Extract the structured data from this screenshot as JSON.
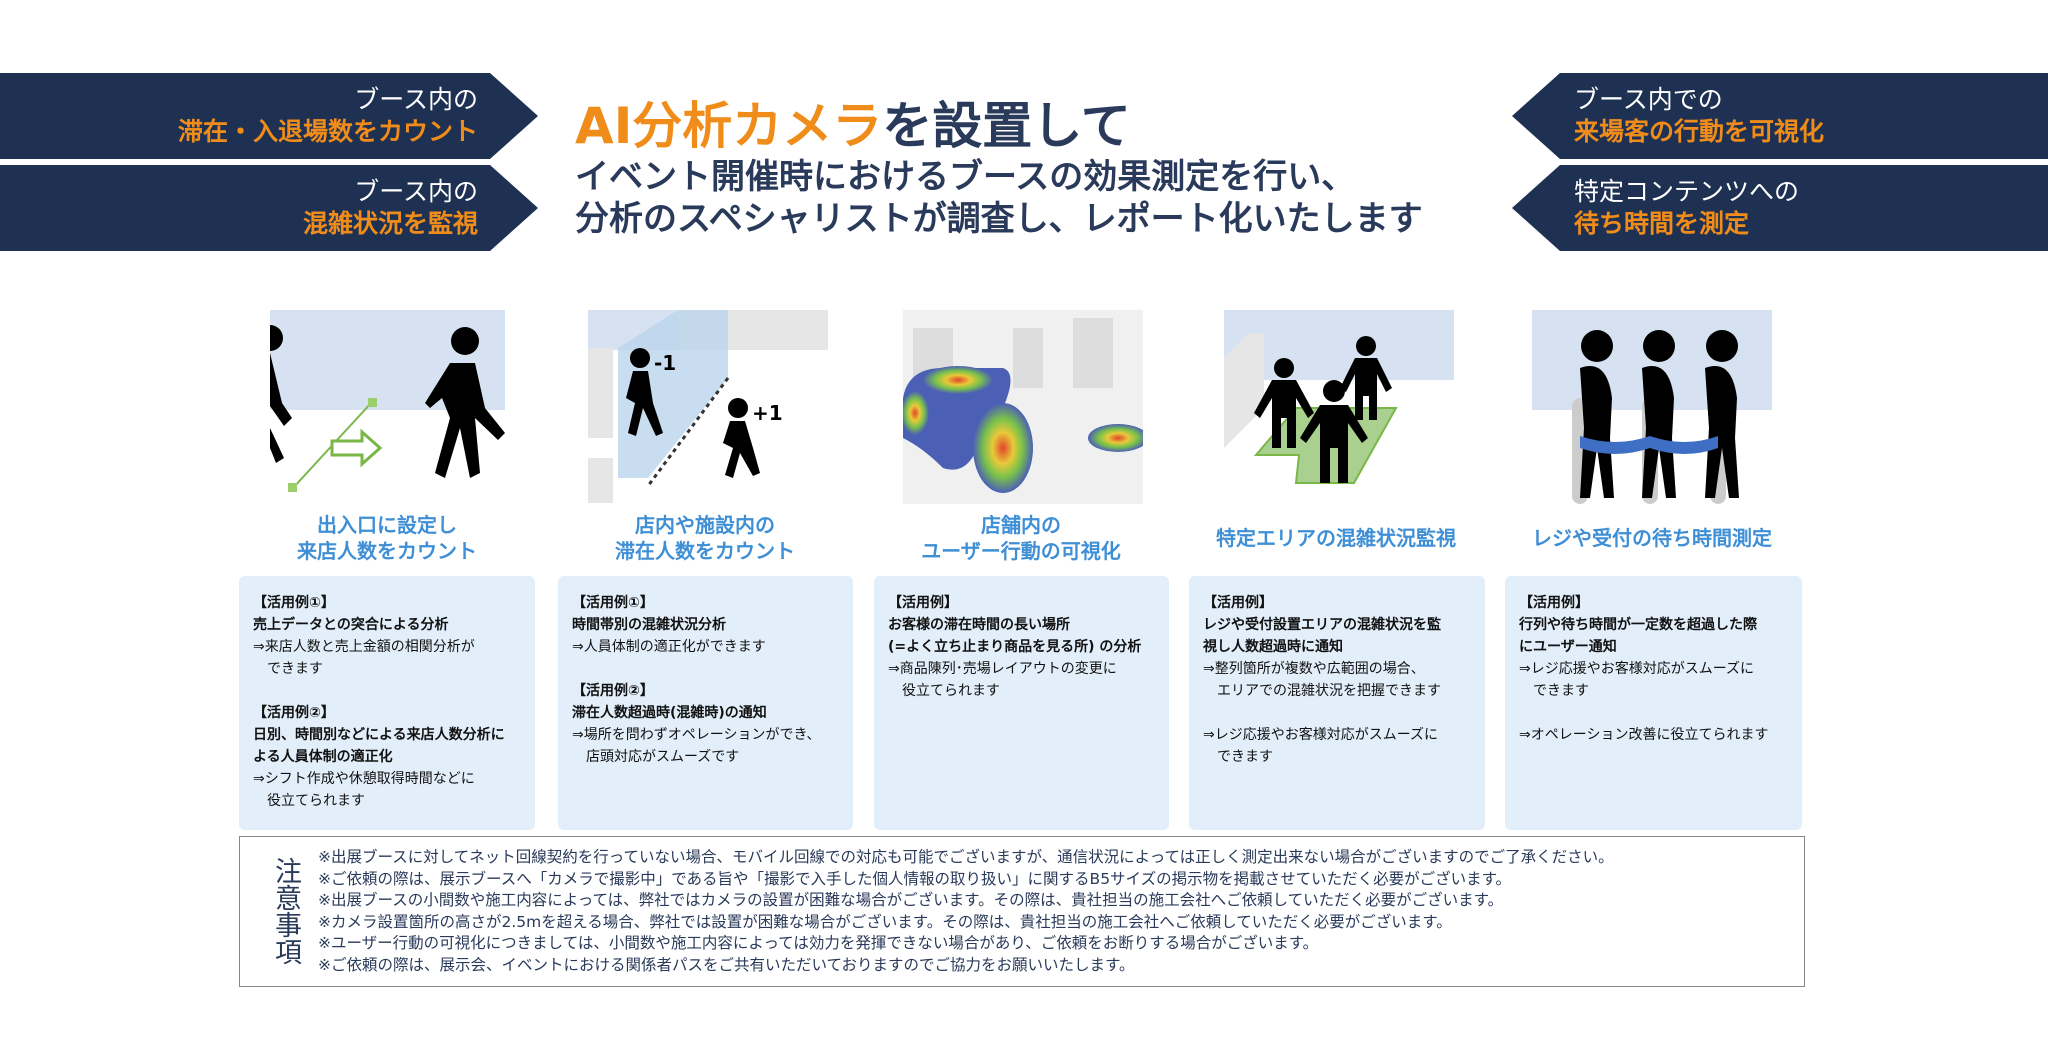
{
  "left_banners": [
    {
      "line1": "ブース内の",
      "line2": "滞在・入退場数をカウント"
    },
    {
      "line1": "ブース内の",
      "line2": "混雑状況を監視"
    }
  ],
  "right_banners": [
    {
      "line1": "ブース内での",
      "line2": "来場客の行動を可視化"
    },
    {
      "line1": "特定コンテンツへの",
      "line2": "待ち時間を測定"
    }
  ],
  "headline": {
    "accent": "AI分析カメラ",
    "rest": "を設置して",
    "sub1": "イベント開催時におけるブースの効果測定を行い、",
    "sub2": "分析のスペシャリストが調査し、レポート化いたします"
  },
  "features": [
    {
      "cap1": "出入口に設定し",
      "cap2": "来店人数をカウント",
      "lines": [
        [
          "h",
          "【活用例①】"
        ],
        [
          "h",
          "売上データとの突合による分析"
        ],
        [
          "a",
          "⇒来店人数と売上金額の相関分析が"
        ],
        [
          "i",
          "できます"
        ],
        [
          "g",
          ""
        ],
        [
          "h",
          "【活用例②】"
        ],
        [
          "h",
          "日別、時間別などによる来店人数分析に"
        ],
        [
          "h",
          "よる人員体制の適正化"
        ],
        [
          "a",
          "⇒シフト作成や休憩取得時間などに"
        ],
        [
          "i",
          "役立てられます"
        ]
      ]
    },
    {
      "cap1": "店内や施設内の",
      "cap2": "滞在人数をカウント",
      "fig_labels": [
        "-1",
        "+1"
      ],
      "lines": [
        [
          "h",
          "【活用例①】"
        ],
        [
          "h",
          "時間帯別の混雑状況分析"
        ],
        [
          "a",
          "⇒人員体制の適正化ができます"
        ],
        [
          "g",
          ""
        ],
        [
          "h",
          "【活用例②】"
        ],
        [
          "h",
          "滞在人数超過時(混雑時)の通知"
        ],
        [
          "a",
          "⇒場所を問わずオペレーションができ、"
        ],
        [
          "i",
          "店頭対応がスムーズです"
        ]
      ]
    },
    {
      "cap1": "店舗内の",
      "cap2": "ユーザー行動の可視化",
      "lines": [
        [
          "h",
          "【活用例】"
        ],
        [
          "h",
          "お客様の滞在時間の長い場所"
        ],
        [
          "h",
          "(=よく立ち止まり商品を見る所) の分析"
        ],
        [
          "a",
          "⇒商品陳列･売場レイアウトの変更に"
        ],
        [
          "i",
          "役立てられます"
        ]
      ]
    },
    {
      "cap1": "特定エリアの混雑状況監視",
      "cap2": "",
      "lines": [
        [
          "h",
          "【活用例】"
        ],
        [
          "h",
          "レジや受付設置エリアの混雑状況を監"
        ],
        [
          "h",
          "視し人数超過時に通知"
        ],
        [
          "a",
          "⇒整列箇所が複数や広範囲の場合、"
        ],
        [
          "i",
          "エリアでの混雑状況を把握できます"
        ],
        [
          "g",
          ""
        ],
        [
          "a",
          "⇒レジ応援やお客様対応がスムーズに"
        ],
        [
          "i",
          "できます"
        ]
      ]
    },
    {
      "cap1": "レジや受付の待ち時間測定",
      "cap2": "",
      "lines": [
        [
          "h",
          "【活用例】"
        ],
        [
          "h",
          "行列や待ち時間が一定数を超過した際"
        ],
        [
          "h",
          "にユーザー通知"
        ],
        [
          "a",
          "⇒レジ応援やお客様対応がスムーズに"
        ],
        [
          "i",
          "できます"
        ],
        [
          "g",
          ""
        ],
        [
          "a",
          "⇒オペレーション改善に役立てられます"
        ]
      ]
    }
  ],
  "notes": {
    "label": "注意事項",
    "lines": [
      "※出展ブースに対してネット回線契約を行っていない場合、モバイル回線での対応も可能でございますが、通信状況によっては正しく測定出来ない場合がございますのでご了承ください。",
      "※ご依頼の際は、展示ブースへ「カメラで撮影中」である旨や「撮影で入手した個人情報の取り扱い」に関するB5サイズの掲示物を掲載させていただく必要がございます。",
      "※出展ブースの小間数や施工内容によっては、弊社ではカメラの設置が困難な場合がございます。その際は、貴社担当の施工会社へご依頼していただく必要がございます。",
      "※カメラ設置箇所の高さが2.5mを超える場合、弊社では設置が困難な場合がございます。その際は、貴社担当の施工会社へご依頼していただく必要がございます。",
      "※ユーザー行動の可視化につきましては、小間数や施工内容によっては効力を発揮できない場合があり、ご依頼をお断りする場合がございます。",
      "※ご依頼の際は、展示会、イベントにおける関係者パスをご共有いただいておりますのでご協力をお願いいたします。"
    ]
  },
  "colors": {
    "navy": "#1f3153",
    "orange": "#f08c1a",
    "caption_blue": "#3f8fd6",
    "box_bg": "#e2eef9"
  }
}
